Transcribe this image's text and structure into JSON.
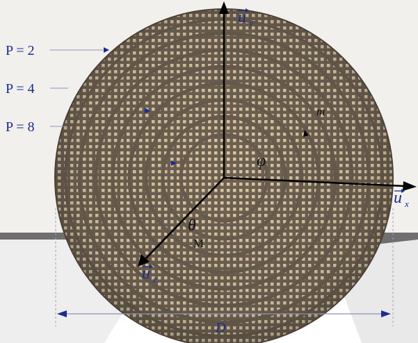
{
  "labels": {
    "p2": "P = 2",
    "p4": "P = 4",
    "p8": "P = 8",
    "m_small": "m",
    "phi": "φ",
    "theta": "θ",
    "M": "M",
    "D": "D"
  },
  "axes": {
    "uy": {
      "letter": "u",
      "sub": "y"
    },
    "ux": {
      "letter": "u",
      "sub": "x"
    },
    "uz": {
      "letter": "u",
      "sub": "z"
    }
  },
  "colors": {
    "background": "#f2f0ec",
    "disc_base": "#6e6152",
    "dot": "#d8c7a3",
    "label_blue": "#1a2d8c",
    "axis": "#000000"
  }
}
